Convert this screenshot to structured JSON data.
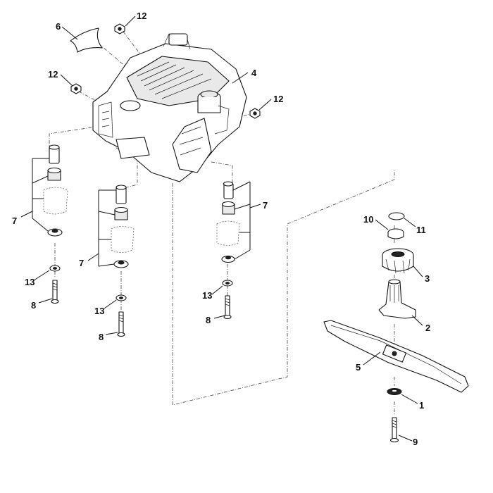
{
  "diagram": {
    "callouts": [
      {
        "id": "c1",
        "text": "1"
      },
      {
        "id": "c2",
        "text": "2"
      },
      {
        "id": "c3",
        "text": "3"
      },
      {
        "id": "c4",
        "text": "4"
      },
      {
        "id": "c5",
        "text": "5"
      },
      {
        "id": "c6",
        "text": "6"
      },
      {
        "id": "c7a",
        "text": "7"
      },
      {
        "id": "c7b",
        "text": "7"
      },
      {
        "id": "c7c",
        "text": "7"
      },
      {
        "id": "c8a",
        "text": "8"
      },
      {
        "id": "c8b",
        "text": "8"
      },
      {
        "id": "c8c",
        "text": "8"
      },
      {
        "id": "c9",
        "text": "9"
      },
      {
        "id": "c10",
        "text": "10"
      },
      {
        "id": "c11",
        "text": "11"
      },
      {
        "id": "c12a",
        "text": "12"
      },
      {
        "id": "c12b",
        "text": "12"
      },
      {
        "id": "c12c",
        "text": "12"
      },
      {
        "id": "c13a",
        "text": "13"
      },
      {
        "id": "c13b",
        "text": "13"
      },
      {
        "id": "c13c",
        "text": "13"
      }
    ]
  }
}
